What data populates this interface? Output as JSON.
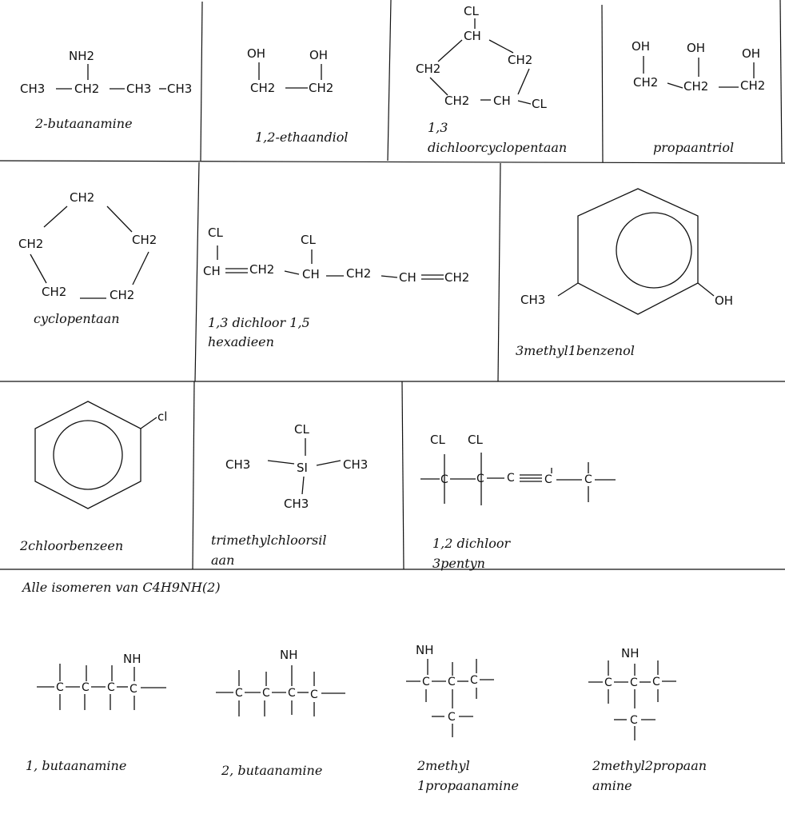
{
  "header": {
    "text": "Alle isomeren van C4H9NH(2)"
  },
  "cells": [
    {
      "id": "2-butaanamine",
      "name": "2-butaanamine",
      "atoms": [
        "NH2",
        "CH3",
        "CH2",
        "CH3",
        "CH3"
      ]
    },
    {
      "id": "ethaandiol",
      "name": "1,2-ethaandiol",
      "atoms": [
        "OH",
        "OH",
        "CH2",
        "CH2"
      ]
    },
    {
      "id": "dichloorcyclopentaan",
      "name_lines": [
        "1,3",
        "dichloorcyclopentaan"
      ],
      "atoms": [
        "CL",
        "CH",
        "CH2",
        "CH2",
        "CH2",
        "CH",
        "CL"
      ]
    },
    {
      "id": "propaantriol",
      "name": "propaantriol",
      "atoms": [
        "OH",
        "OH",
        "OH",
        "CH2",
        "CH2",
        "CH2"
      ]
    },
    {
      "id": "cyclopentaan",
      "name": "cyclopentaan",
      "atoms": [
        "CH2",
        "CH2",
        "CH2",
        "CH2",
        "CH2"
      ]
    },
    {
      "id": "dichloorhexadieen",
      "name_lines": [
        "1,3 dichloor 1,5",
        "hexadieen"
      ],
      "atoms": [
        "CL",
        "CL",
        "CH",
        "CH2",
        "CH",
        "CH2",
        "CH",
        "CH2"
      ]
    },
    {
      "id": "methylbenzenol",
      "name": "3methyl1benzenol",
      "atoms": [
        "CH3",
        "OH"
      ]
    },
    {
      "id": "chloorbenzeen",
      "name": "2chloorbenzeen",
      "atoms": [
        "cl"
      ]
    },
    {
      "id": "trimethylchloorsilaan",
      "name_lines": [
        "trimethylchloorsil",
        "aan"
      ],
      "atoms": [
        "CL",
        "CH3",
        "SI",
        "CH3",
        "CH3"
      ]
    },
    {
      "id": "dichloorpentyn",
      "name_lines": [
        "1,2 dichloor",
        "3pentyn"
      ],
      "atoms": [
        "CL",
        "CL",
        "C",
        "C",
        "C",
        "C",
        "C"
      ]
    },
    {
      "id": "butaanamine-1",
      "name": "1, butaanamine",
      "atoms": [
        "NH",
        "C",
        "C",
        "C",
        "C"
      ]
    },
    {
      "id": "butaanamine-2",
      "name": "2, butaanamine",
      "atoms": [
        "NH",
        "C",
        "C",
        "C",
        "C"
      ]
    },
    {
      "id": "methylpropaanamine-1",
      "name_lines": [
        "2methyl",
        "1propaanamine"
      ],
      "atoms": [
        "NH",
        "C",
        "C",
        "C",
        "C"
      ]
    },
    {
      "id": "methylpropaanamine-2",
      "name_lines": [
        "2methyl2propaan",
        "amine"
      ],
      "atoms": [
        "NH",
        "C",
        "C",
        "C",
        "C"
      ]
    }
  ]
}
